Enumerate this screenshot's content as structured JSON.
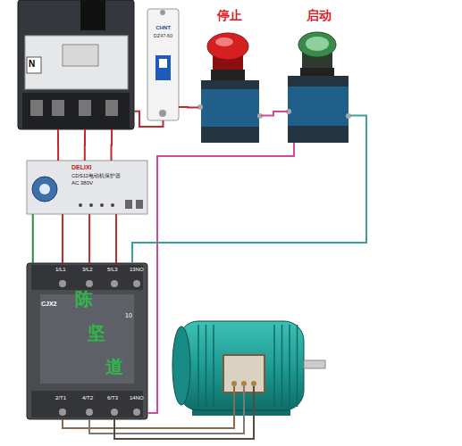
{
  "diagram": {
    "nodes": [
      {
        "text": [
          "N"
        ]
      },
      {
        "text": [
          "CHNT",
          "DZ47-60"
        ]
      },
      {
        "text": [
          "停止"
        ]
      },
      {
        "text": [
          "启动"
        ]
      },
      {
        "text": [
          "DELIXI",
          "CDS11电动机保护器",
          "AC 380V"
        ]
      },
      {
        "text": [
          "CJX2"
        ]
      }
    ],
    "edges": [
      {
        "from": 0,
        "to": 4,
        "arrow": "none"
      },
      {
        "from": 0,
        "to": 4,
        "arrow": "none"
      },
      {
        "from": 0,
        "to": 4,
        "arrow": "none"
      },
      {
        "from": 4,
        "to": 5,
        "arrow": "none"
      },
      {
        "from": 4,
        "to": 5,
        "arrow": "none"
      },
      {
        "from": 4,
        "to": 5,
        "arrow": "none"
      },
      {
        "from": 0,
        "to": 1,
        "arrow": "none"
      },
      {
        "from": 1,
        "to": 2,
        "arrow": "none"
      },
      {
        "from": 2,
        "to": 3,
        "arrow": "none"
      },
      {
        "from": 3,
        "to": 5,
        "arrow": "none"
      },
      {
        "from": 3,
        "to": 5,
        "arrow": "none"
      },
      {
        "from": 4,
        "to": 5,
        "arrow": "none"
      }
    ],
    "labels": [
      "1/L1",
      "3/L2",
      "5/L3",
      "13NO",
      "10",
      "2/T1",
      "4/T2",
      "6/T3",
      "14NO",
      "陈",
      "坚",
      "道"
    ]
  }
}
